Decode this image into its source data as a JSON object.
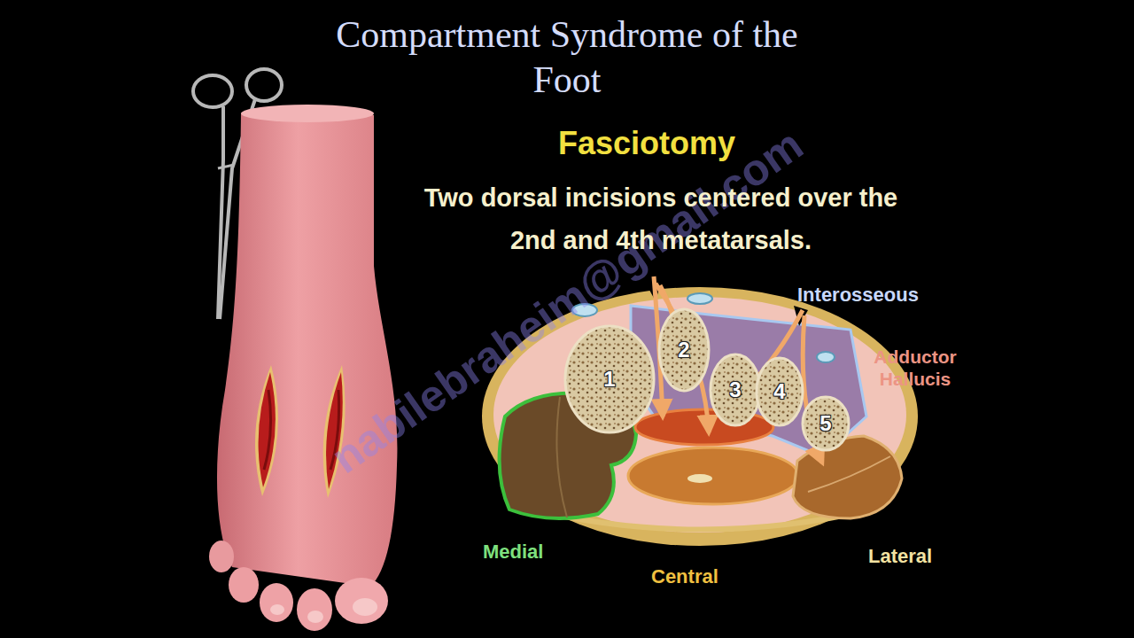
{
  "diagram": {
    "title": "Compartment Syndrome of the Foot",
    "nodes": [
      {
        "text": [
          "1"
        ]
      },
      {
        "text": [
          "2"
        ]
      },
      {
        "text": [
          "3"
        ]
      },
      {
        "text": [
          "4"
        ]
      },
      {
        "text": [
          "5"
        ]
      }
    ],
    "labels": [
      "Fasciotomy",
      "Two dorsal incisions centered over the 2nd and 4th metatarsals.",
      "Interosseous",
      "Adductor Hallucis",
      "Medial",
      "Central",
      "Lateral",
      "nabilebraheim@gmail.com"
    ]
  }
}
